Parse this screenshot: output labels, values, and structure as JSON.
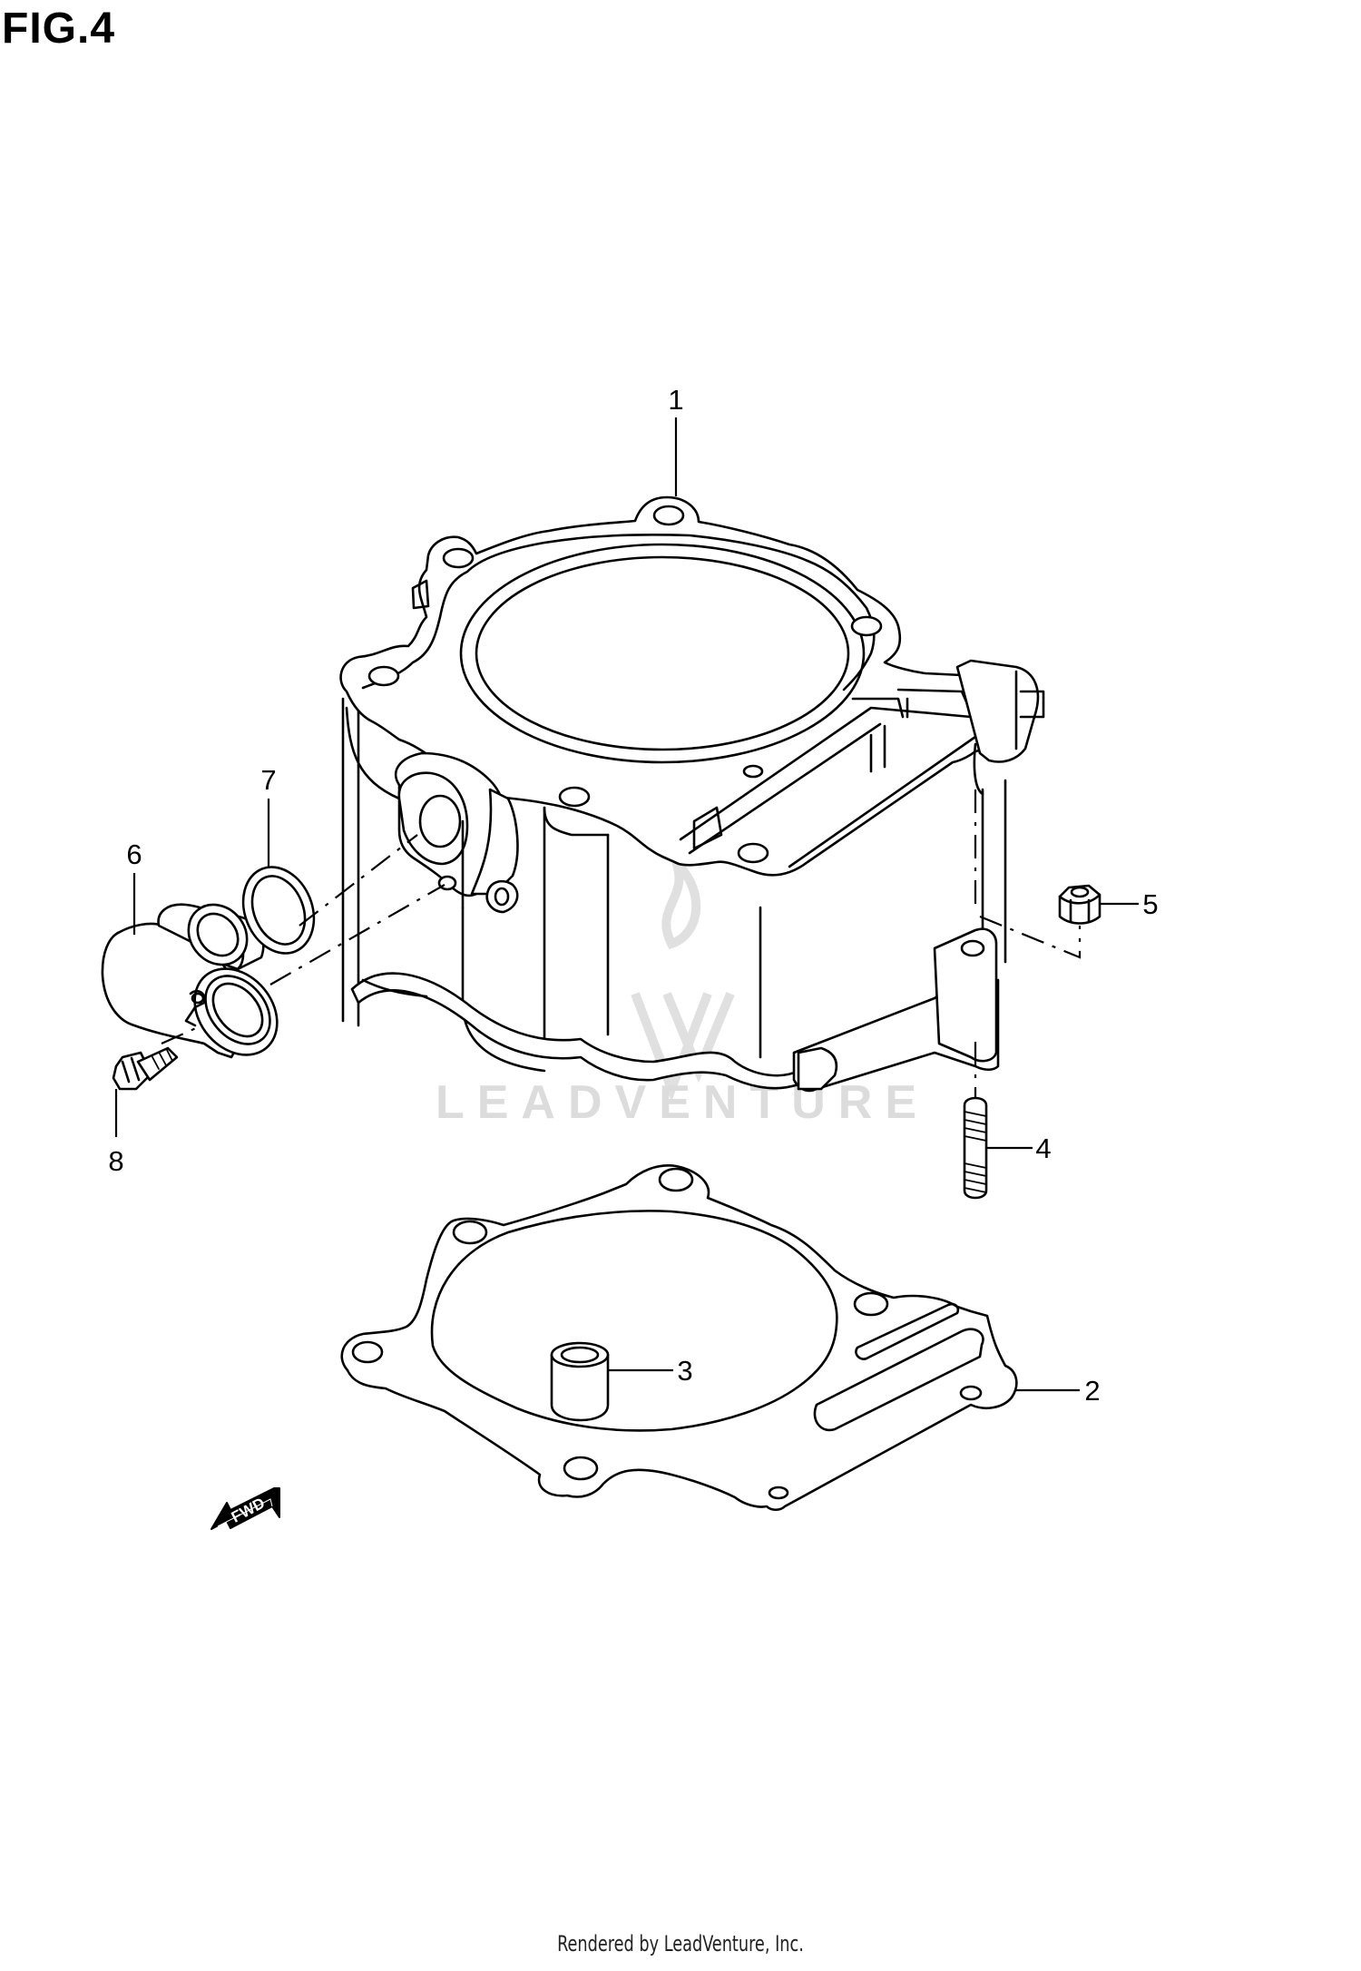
{
  "figure": {
    "title": "FIG.4"
  },
  "watermark": {
    "text": "LEADVENTURE"
  },
  "fwd_arrow": {
    "label": "FWD"
  },
  "callouts": [
    {
      "id": "1",
      "label": "1"
    },
    {
      "id": "2",
      "label": "2"
    },
    {
      "id": "3",
      "label": "3"
    },
    {
      "id": "4",
      "label": "4"
    },
    {
      "id": "5",
      "label": "5"
    },
    {
      "id": "6",
      "label": "6"
    },
    {
      "id": "7",
      "label": "7"
    },
    {
      "id": "8",
      "label": "8"
    }
  ],
  "footer": {
    "text": "Rendered by LeadVenture, Inc."
  }
}
